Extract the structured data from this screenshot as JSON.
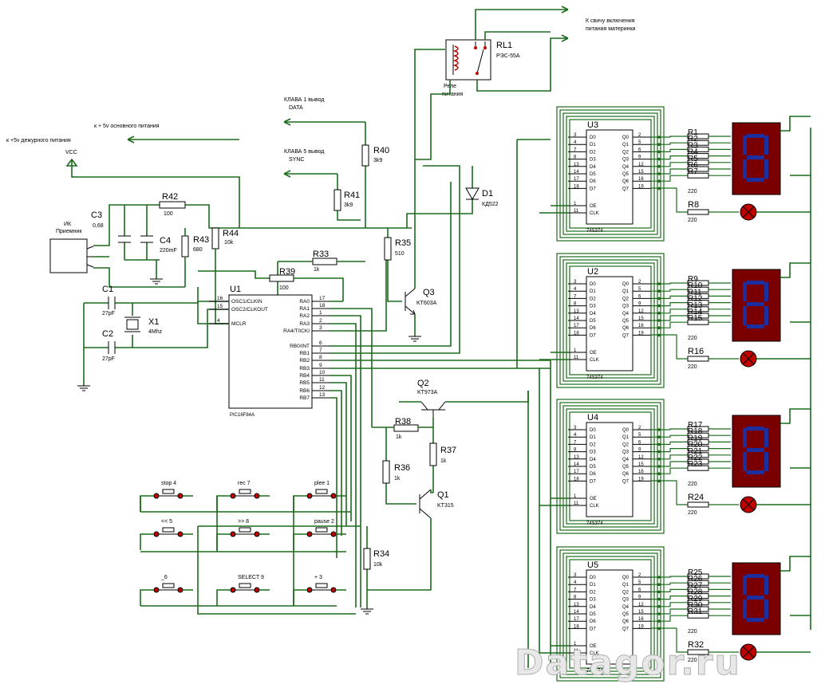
{
  "notes": {
    "standby": "к +5v дежурного питания",
    "main_power": "к + 5v основного питания",
    "vcc": "VCC",
    "klava1_a": "КЛАВА 1 вывод",
    "klava1_b": "DATA",
    "klava5_a": "КЛАВА 5 вывод",
    "klava5_b": "SYNC",
    "switch_a": "К свичу включения",
    "switch_b": "питания материнки",
    "ir_a": "ИК",
    "ir_b": "Приемник",
    "relay_a": "Реле",
    "relay_b": "питания"
  },
  "mcu": {
    "ref": "U1",
    "part": "PIC16F84A",
    "left_pins": [
      {
        "num": "16",
        "name": "OSC1/CLKIN"
      },
      {
        "num": "15",
        "name": "OSC2/CLKOUT"
      },
      {
        "num": "4",
        "name": "MCLR"
      }
    ],
    "right_pins": [
      {
        "num": "17",
        "name": "RA0"
      },
      {
        "num": "18",
        "name": "RA1"
      },
      {
        "num": "1",
        "name": "RA2"
      },
      {
        "num": "2",
        "name": "RA3"
      },
      {
        "num": "3",
        "name": "RA4/T0CKI"
      },
      {
        "num": "6",
        "name": "RB0/INT"
      },
      {
        "num": "7",
        "name": "RB1"
      },
      {
        "num": "8",
        "name": "RB2"
      },
      {
        "num": "9",
        "name": "RB3"
      },
      {
        "num": "10",
        "name": "RB4"
      },
      {
        "num": "11",
        "name": "RB5"
      },
      {
        "num": "12",
        "name": "RB6"
      },
      {
        "num": "13",
        "name": "RB7"
      }
    ]
  },
  "latches": {
    "part": "74S374",
    "in_pins": [
      {
        "num": "3",
        "name": "D0"
      },
      {
        "num": "4",
        "name": "D1"
      },
      {
        "num": "7",
        "name": "D2"
      },
      {
        "num": "8",
        "name": "D3"
      },
      {
        "num": "13",
        "name": "D4"
      },
      {
        "num": "14",
        "name": "D5"
      },
      {
        "num": "17",
        "name": "D6"
      },
      {
        "num": "18",
        "name": "D7"
      }
    ],
    "ctl_pins": [
      {
        "num": "1",
        "name": "OE"
      },
      {
        "num": "11",
        "name": "CLK"
      }
    ],
    "out_pins": [
      {
        "num": "2",
        "name": "Q0"
      },
      {
        "num": "5",
        "name": "Q1"
      },
      {
        "num": "6",
        "name": "Q2"
      },
      {
        "num": "9",
        "name": "Q3"
      },
      {
        "num": "12",
        "name": "Q4"
      },
      {
        "num": "15",
        "name": "Q5"
      },
      {
        "num": "16",
        "name": "Q6"
      },
      {
        "num": "19",
        "name": "Q7"
      }
    ],
    "units": [
      {
        "ref": "U3",
        "res": [
          "R1",
          "R2",
          "R3",
          "R4",
          "R5",
          "R6",
          "R7"
        ],
        "lamp_res": "R8",
        "rval": "220"
      },
      {
        "ref": "U2",
        "res": [
          "R9",
          "R10",
          "R11",
          "R12",
          "R13",
          "R14",
          "R15"
        ],
        "lamp_res": "R16",
        "rval": "220"
      },
      {
        "ref": "U4",
        "res": [
          "R17",
          "R18",
          "R19",
          "R20",
          "R21",
          "R22",
          "R23"
        ],
        "lamp_res": "R24",
        "rval": "220"
      },
      {
        "ref": "U5",
        "res": [
          "R25",
          "R26",
          "R27",
          "R28",
          "R29",
          "R30",
          "R31"
        ],
        "lamp_res": "R32",
        "rval": "220"
      }
    ]
  },
  "resistors": {
    "R42": {
      "ref": "R42",
      "val": "100"
    },
    "R43": {
      "ref": "R43",
      "val": "680"
    },
    "R44": {
      "ref": "R44",
      "val": "10k"
    },
    "R33": {
      "ref": "R33",
      "val": "1k"
    },
    "R39": {
      "ref": "R39",
      "val": "100"
    },
    "R40": {
      "ref": "R40",
      "val": "3k9"
    },
    "R41": {
      "ref": "R41",
      "val": "3k9"
    },
    "R35": {
      "ref": "R35",
      "val": "510"
    },
    "R38": {
      "ref": "R38",
      "val": "1k"
    },
    "R37": {
      "ref": "R37",
      "val": "1k"
    },
    "R36": {
      "ref": "R36",
      "val": "1k"
    },
    "R34": {
      "ref": "R34",
      "val": "10k"
    }
  },
  "caps": {
    "C3": {
      "ref": "C3",
      "val": "0,68"
    },
    "C4": {
      "ref": "C4",
      "val": "220mF"
    },
    "C1": {
      "ref": "C1",
      "val": "27pF"
    },
    "C2": {
      "ref": "C2",
      "val": "27pF"
    }
  },
  "crystal": {
    "ref": "X1",
    "val": "4Mhz"
  },
  "transistors": {
    "Q3": {
      "ref": "Q3",
      "val": "KT603A"
    },
    "Q2": {
      "ref": "Q2",
      "val": "KT973A"
    },
    "Q1": {
      "ref": "Q1",
      "val": "KT315"
    }
  },
  "diode": {
    "ref": "D1",
    "val": "КД522"
  },
  "relay": {
    "ref": "RL1",
    "val": "РЭС-55А"
  },
  "buttons": [
    "stop 4",
    "rec 7",
    "plee 1",
    "<< 5",
    ">> 8",
    "pause 2",
    "_6",
    "SELECT 9",
    "+ 3"
  ],
  "watermark": "Datagor.ru"
}
